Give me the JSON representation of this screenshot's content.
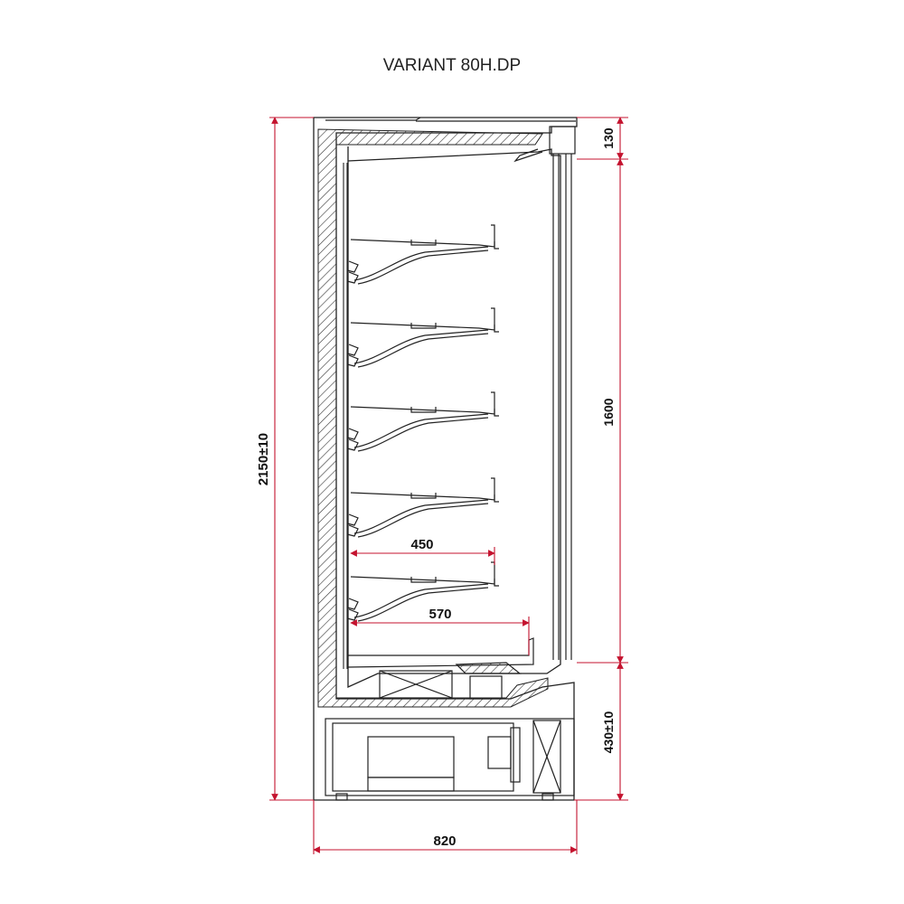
{
  "title": "VARIANT 80H.DP",
  "dimensions": {
    "total_height": "2150±10",
    "top_header": "130",
    "opening_height": "1600",
    "base_height": "430±10",
    "width": "820",
    "shelf_depth": "450",
    "base_deck_depth": "570"
  },
  "colors": {
    "outline": "#222222",
    "dimension_line": "#c4132f",
    "hatch": "#333333"
  }
}
